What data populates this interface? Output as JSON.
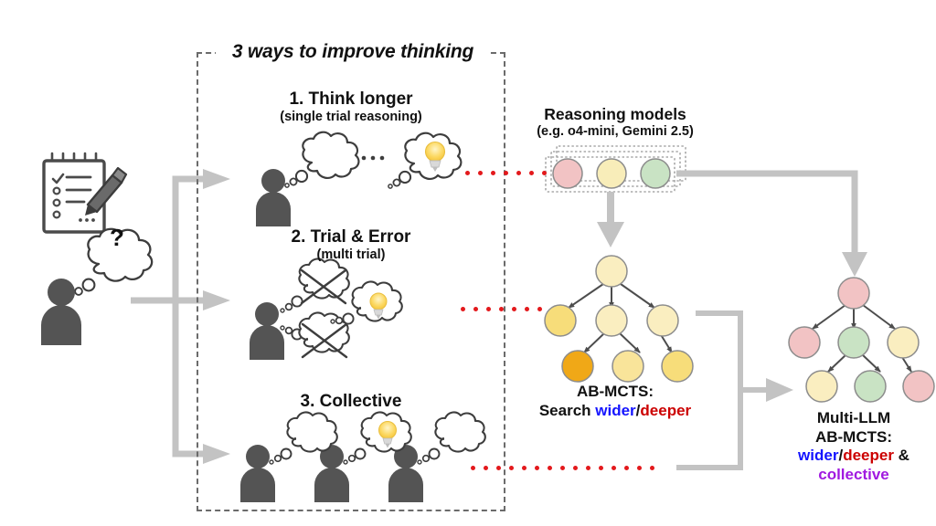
{
  "diagram": {
    "group_title": "3 ways to improve thinking",
    "methods": [
      {
        "id": "think-longer",
        "title": "1. Think longer",
        "subtitle": "(single trial reasoning)"
      },
      {
        "id": "trial-error",
        "title": "2. Trial & Error",
        "subtitle": "(multi trial)"
      },
      {
        "id": "collective",
        "title": "3. Collective",
        "subtitle": ""
      }
    ],
    "reasoning_models": {
      "title": "Reasoning models",
      "subtitle": "(e.g. o4-mini, Gemini 2.5)",
      "chips": [
        {
          "name": "model-chip-pink",
          "color": "#f2c3c4"
        },
        {
          "name": "model-chip-yellow",
          "color": "#f8edb9"
        },
        {
          "name": "model-chip-green",
          "color": "#c9e3c4"
        }
      ]
    },
    "abmcts": {
      "caption_line1": "AB-MCTS:",
      "caption_line2_prefix": "Search ",
      "caption_wider": "wider",
      "caption_slash": "/",
      "caption_deeper": "deeper",
      "nodes": [
        {
          "id": "root",
          "color": "#faeec0"
        },
        {
          "id": "l1-a",
          "color": "#f7dd7a"
        },
        {
          "id": "l1-b",
          "color": "#faeec0"
        },
        {
          "id": "l1-c",
          "color": "#faeec0"
        },
        {
          "id": "l2-a",
          "color": "#f0a817"
        },
        {
          "id": "l2-b",
          "color": "#f9e49a"
        },
        {
          "id": "l2-c",
          "color": "#f7dd7a"
        }
      ]
    },
    "multillm": {
      "caption_line1": "Multi-LLM",
      "caption_line2": "AB-MCTS:",
      "caption_wider": "wider",
      "caption_slash": "/",
      "caption_deeper": "deeper",
      "caption_amp": " &",
      "caption_collective": "collective",
      "nodes": [
        {
          "id": "root",
          "color": "#f2c3c4"
        },
        {
          "id": "l1-a",
          "color": "#f2c3c4"
        },
        {
          "id": "l1-b",
          "color": "#c9e3c4"
        },
        {
          "id": "l1-c",
          "color": "#faeec0"
        },
        {
          "id": "l2-a",
          "color": "#faeec0"
        },
        {
          "id": "l2-b",
          "color": "#c9e3c4"
        },
        {
          "id": "l2-c",
          "color": "#f2c3c4"
        }
      ]
    },
    "user": {
      "thought_mark": "?"
    },
    "colors": {
      "arrow_gray": "#c3c3c3",
      "person_gray": "#545454",
      "outline_dark": "#3a3a3a",
      "red_dot": "#e3191c",
      "bulb_yellow": "#fbd96b",
      "blue": "#1414ff",
      "red": "#cc0000",
      "purple": "#a11ae0"
    }
  }
}
